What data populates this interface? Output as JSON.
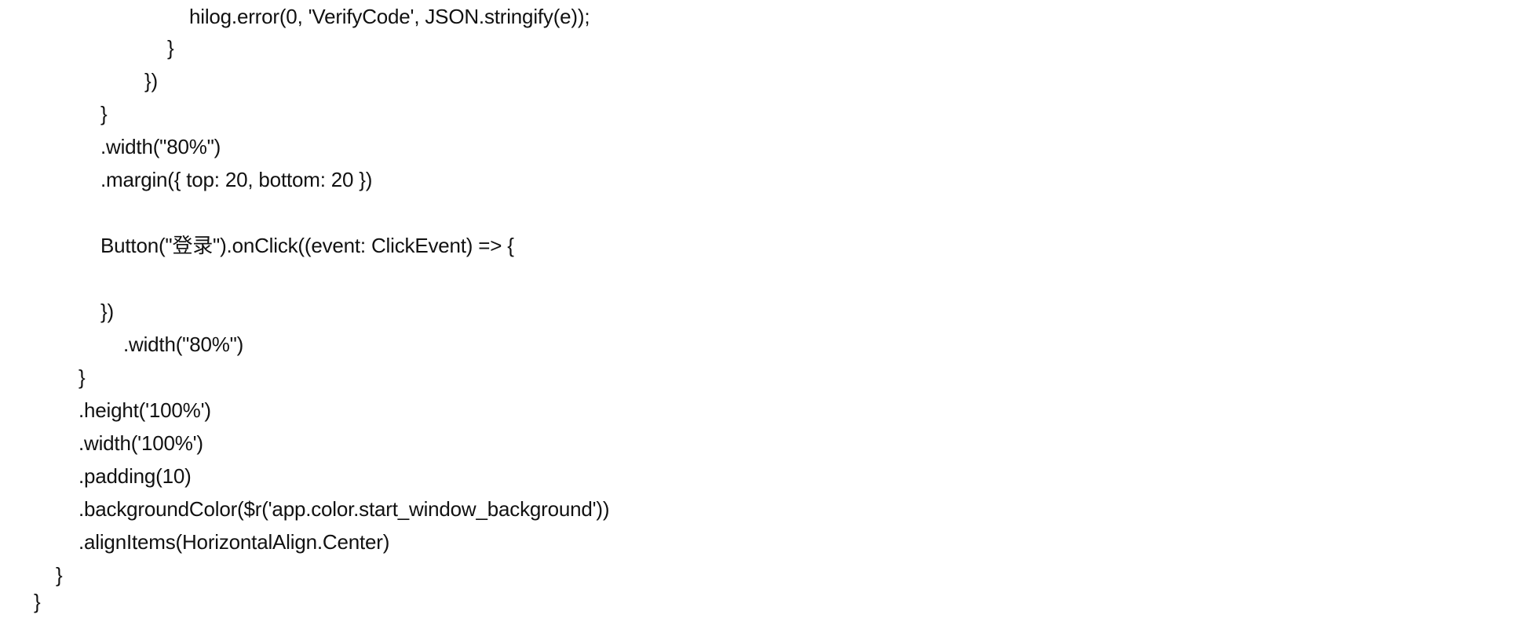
{
  "code": {
    "lines": [
      "hilog.error(0, 'VerifyCode', JSON.stringify(e));",
      "}",
      "})",
      "}",
      ".width(\"80%\")",
      ".margin({ top: 20, bottom: 20 })",
      "",
      "Button(\"登录\").onClick((event: ClickEvent) => {",
      "",
      "})",
      ".width(\"80%\")",
      "}",
      ".height('100%')",
      ".width('100%')",
      ".padding(10)",
      ".backgroundColor($r('app.color.start_window_background'))",
      ".alignItems(HorizontalAlign.Center)",
      "}",
      "}"
    ]
  }
}
